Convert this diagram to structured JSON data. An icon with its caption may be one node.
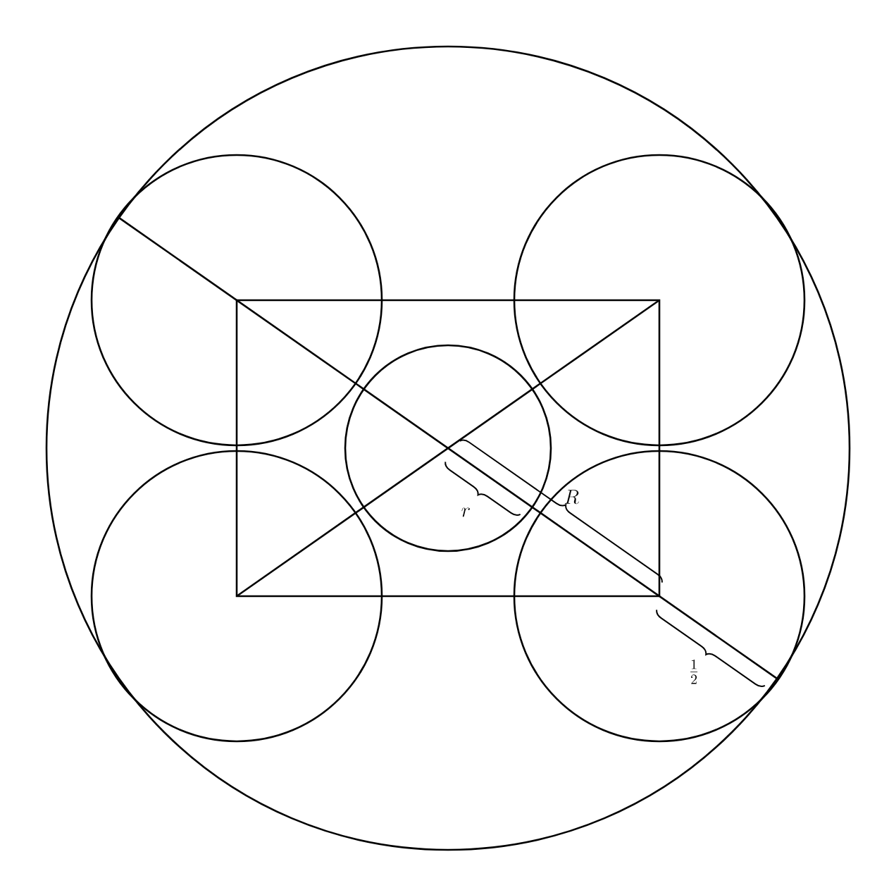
{
  "diagram": {
    "labels": [
      "r",
      "R",
      "\\frac{1}{2}"
    ]
  }
}
